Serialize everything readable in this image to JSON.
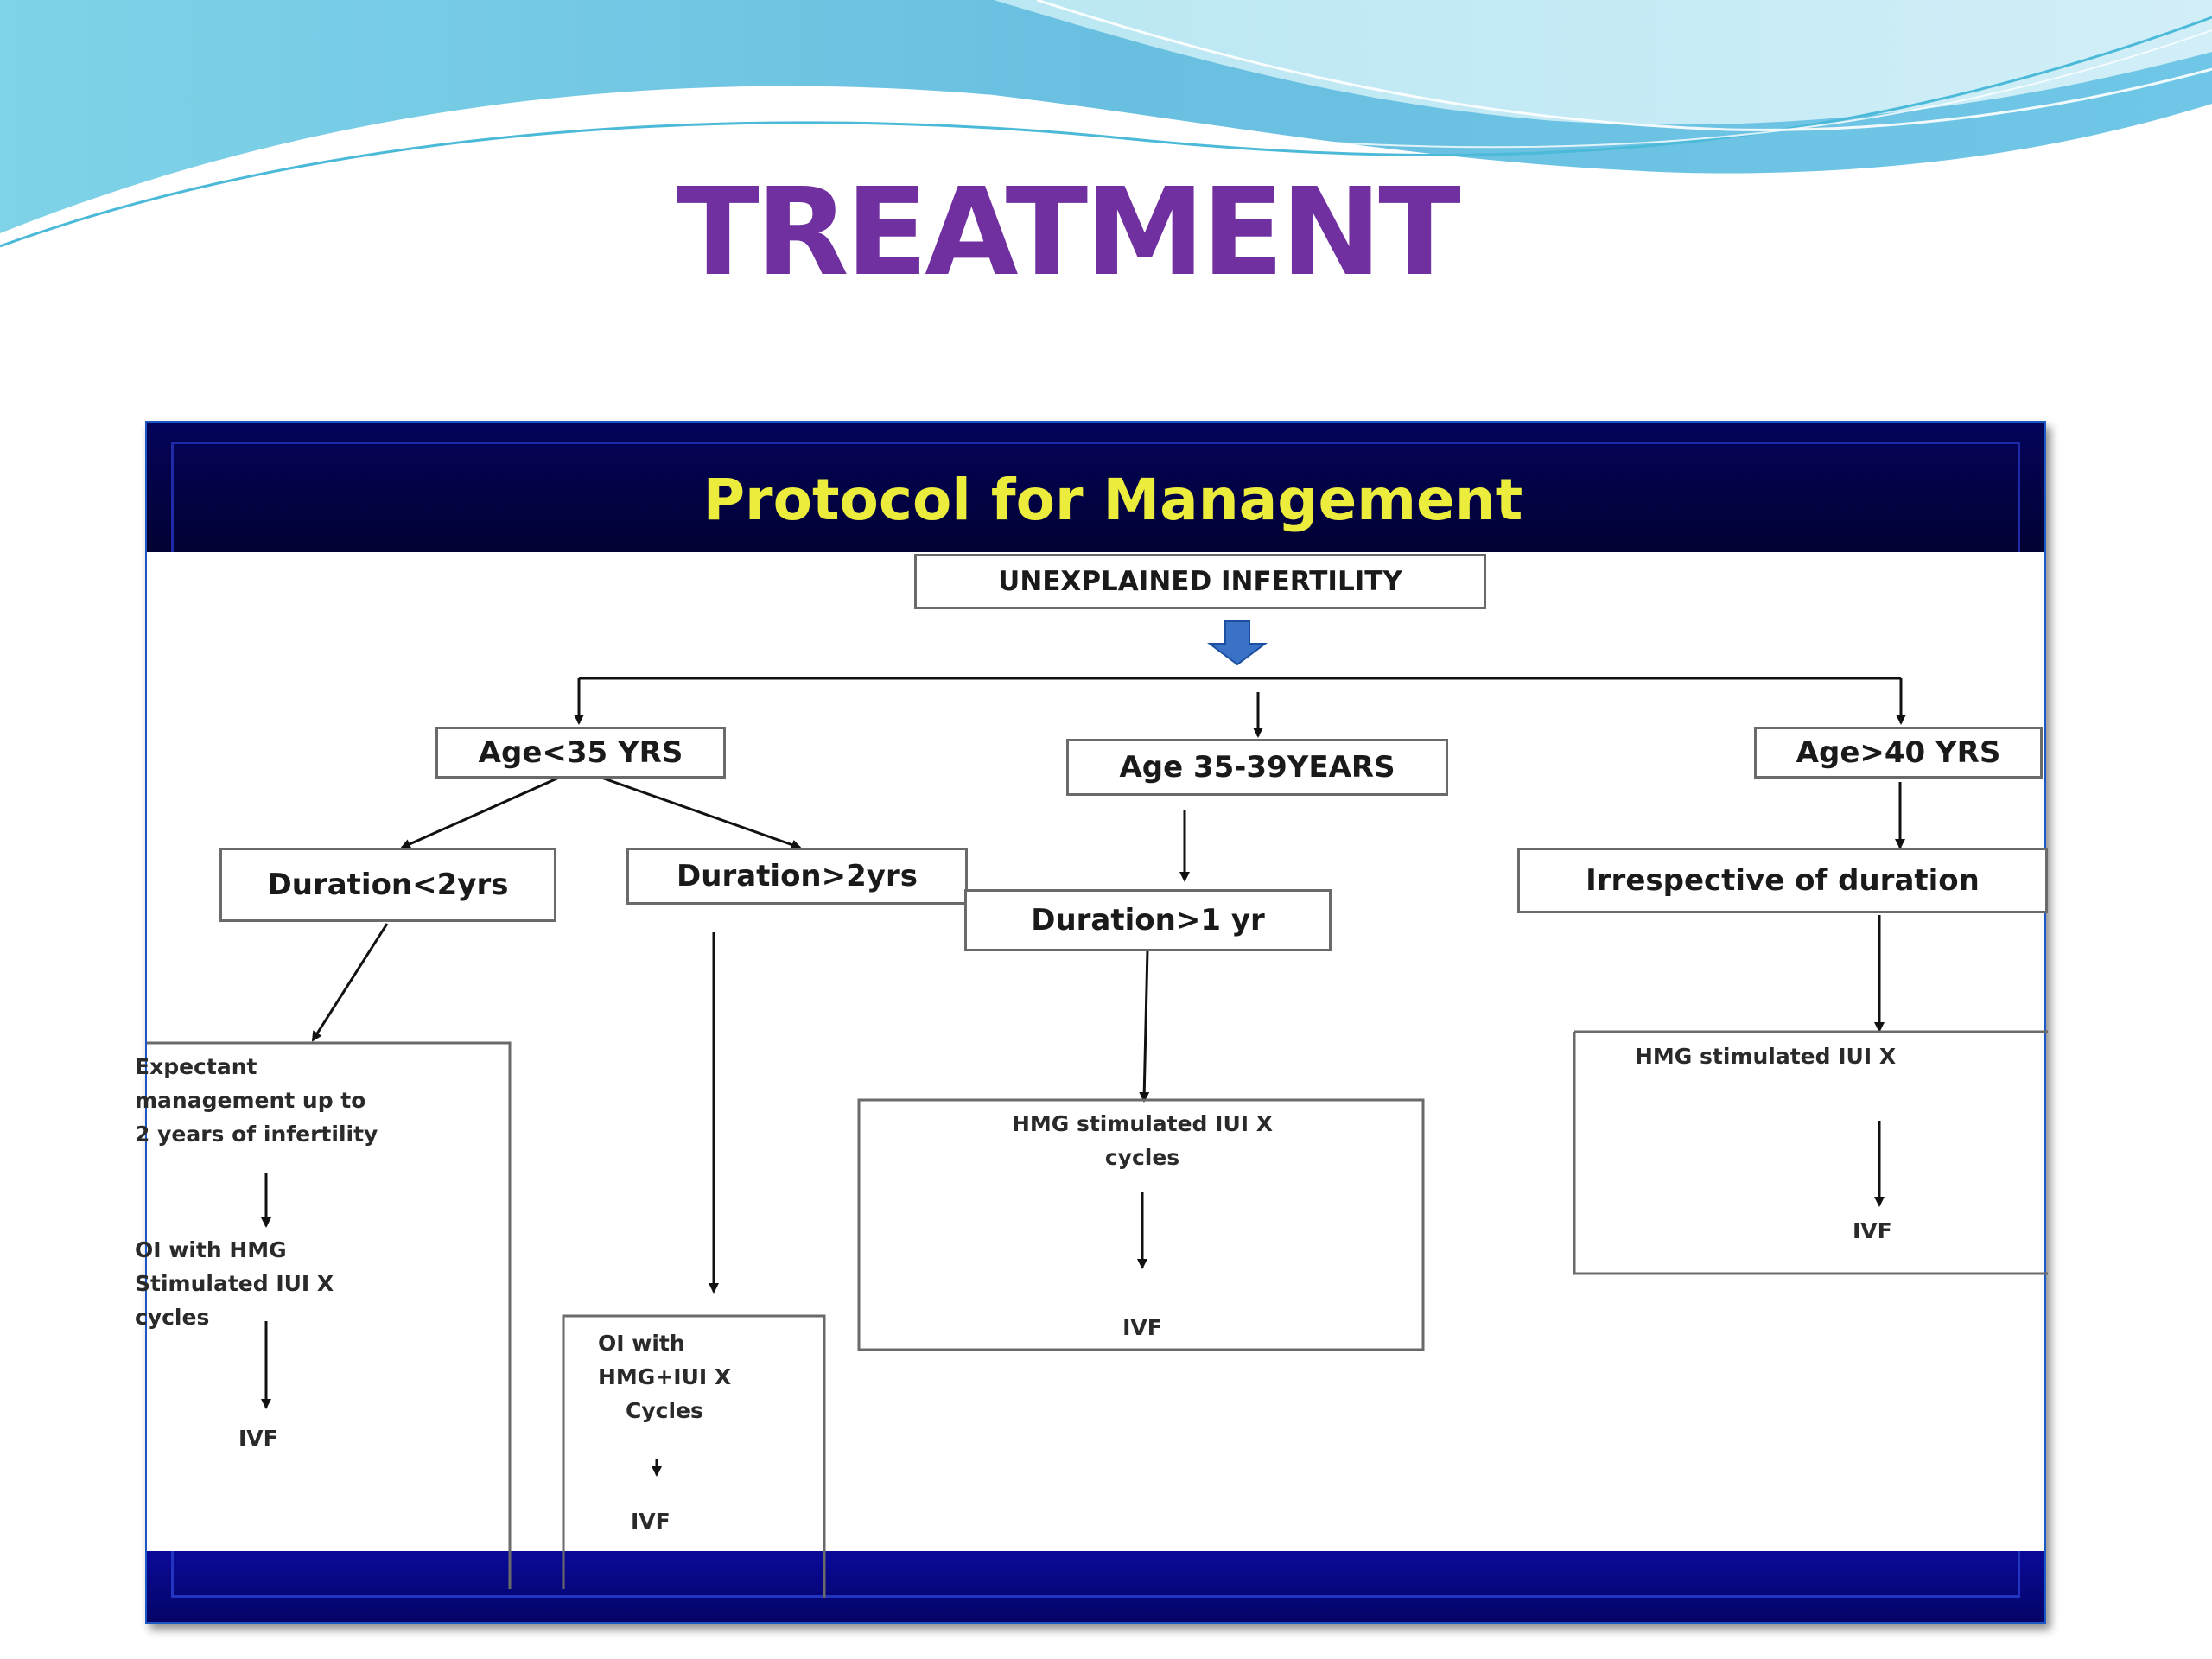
{
  "slide": {
    "title": "TREATMENT"
  },
  "protocol": {
    "title": "Protocol for Management"
  },
  "root": {
    "label": "UNEXPLAINED INFERTILITY"
  },
  "age_groups": [
    {
      "label": "Age<35 YRS"
    },
    {
      "label": "Age 35-39YEARS"
    },
    {
      "label": "Age>40 YRS"
    }
  ],
  "durations": {
    "under_2yrs": "Duration<2yrs",
    "over_2yrs": "Duration>2yrs",
    "over_1yr": "Duration>1 yr",
    "irrespective": "Irrespective of  duration"
  },
  "outcomes": {
    "expectant": {
      "line1": "Expectant",
      "line2": "management  up to",
      "line3": "2 years of infertility",
      "step1": "OI with HMG",
      "step2": "Stimulated IUI X",
      "step3": "cycles",
      "final": "IVF"
    },
    "oi_hmg_iui": {
      "line1": "OI with",
      "line2": "HMG+IUI X",
      "line3": "Cycles",
      "final": "IVF"
    },
    "hmg_iui_cycles": {
      "line1": "HMG stimulated IUI X",
      "line2": "cycles",
      "final": "IVF"
    },
    "hmg_iui_x": {
      "line1": "HMG stimulated  IUI  X",
      "final": "IVF"
    }
  },
  "colors": {
    "title": "#7030a0",
    "protocol_title": "#ecec3c",
    "header_bg": "#020244",
    "footer_bg": "#0a0a8a",
    "frame_border": "#1c57c8",
    "down_arrow": "#3a72c8"
  }
}
